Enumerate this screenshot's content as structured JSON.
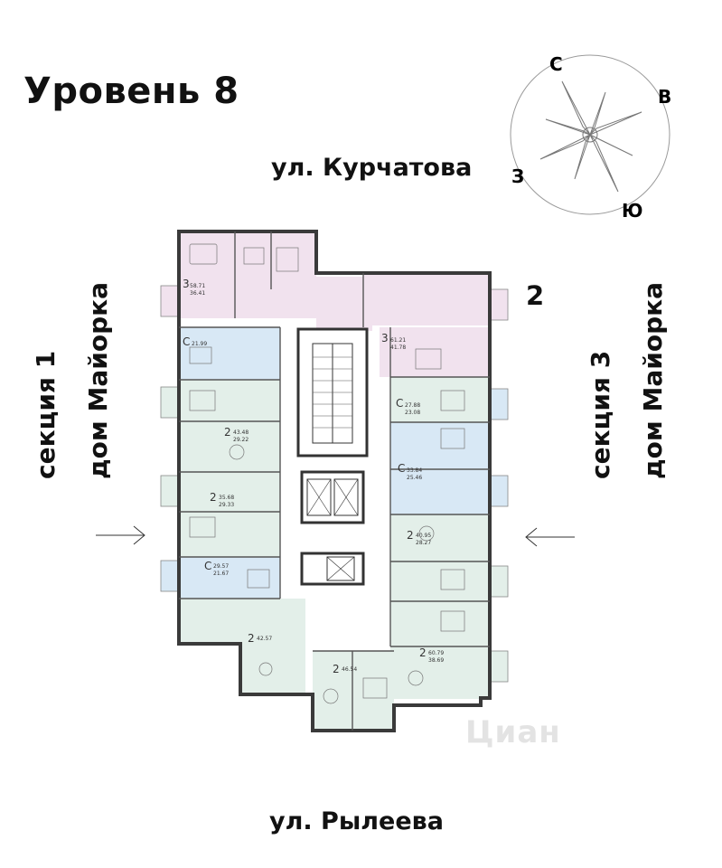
{
  "level_title": "Уровень 8",
  "streets": {
    "top": "ул. Курчатова",
    "bottom": "ул. Рылеева"
  },
  "section_number": "2",
  "side_labels": {
    "left": [
      "секция 1",
      "дом Майорка"
    ],
    "right": [
      "секция 3",
      "дом Майорка"
    ]
  },
  "compass": {
    "north": "С",
    "east": "В",
    "south": "Ю",
    "west": "З"
  },
  "watermark": "Циан",
  "colors": {
    "pink": "#f1e2ee",
    "blue": "#d8e8f5",
    "green": "#e3efe9",
    "wall": "#3a3a3a",
    "core": "#ffffff"
  },
  "apartments": [
    {
      "rooms": "3",
      "area": "58.71",
      "living": "36.41",
      "color": "pink"
    },
    {
      "rooms": "3",
      "area": "61.21",
      "living": "41.78",
      "color": "pink"
    },
    {
      "rooms": "С",
      "area": "21.99",
      "living": "",
      "color": "blue"
    },
    {
      "rooms": "2",
      "area": "43.48",
      "living": "29.22",
      "color": "green"
    },
    {
      "rooms": "2",
      "area": "35.68",
      "living": "29.33",
      "color": "green"
    },
    {
      "rooms": "С",
      "area": "29.57",
      "living": "21.67",
      "color": "blue"
    },
    {
      "rooms": "2",
      "area": "42.57",
      "living": "",
      "color": "green"
    },
    {
      "rooms": "2",
      "area": "46.54",
      "living": "",
      "color": "green"
    },
    {
      "rooms": "С",
      "area": "27.88",
      "living": "23.08",
      "color": "blue"
    },
    {
      "rooms": "С",
      "area": "33.84",
      "living": "25.46",
      "color": "blue"
    },
    {
      "rooms": "2",
      "area": "40.95",
      "living": "28.27",
      "color": "green"
    },
    {
      "rooms": "2",
      "area": "60.79",
      "living": "38.69",
      "color": "green"
    }
  ]
}
